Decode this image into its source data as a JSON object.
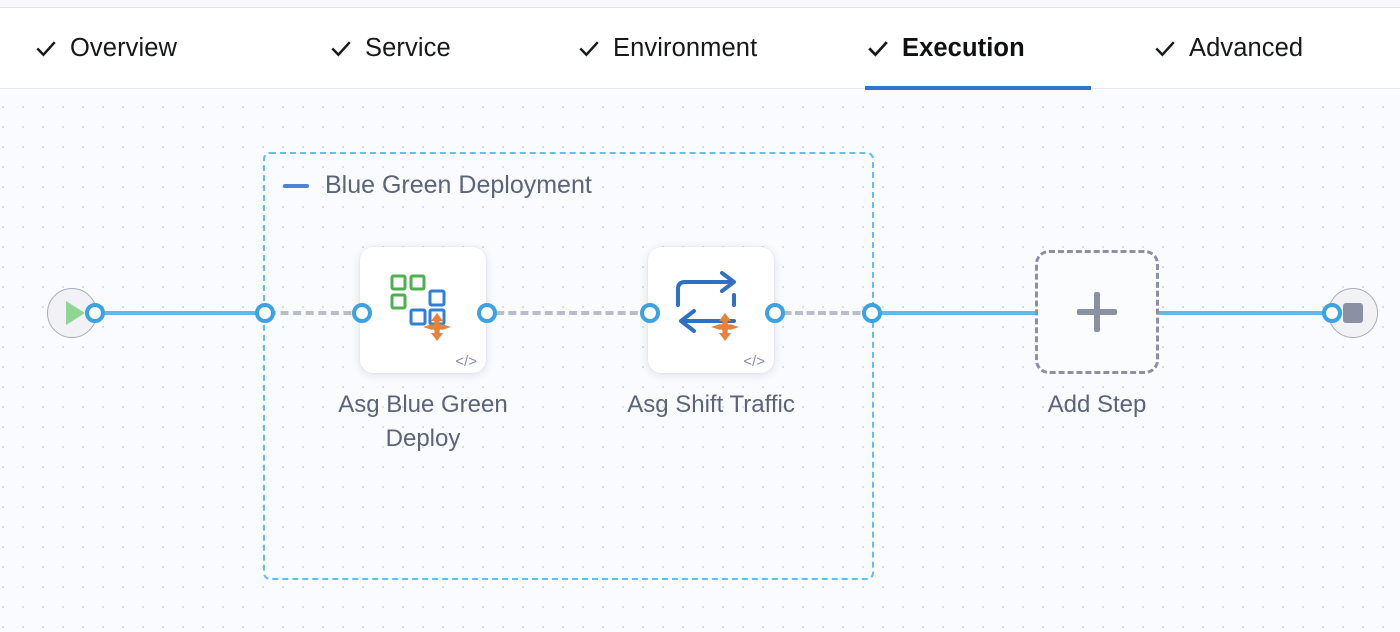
{
  "tabs": [
    {
      "label": "Overview",
      "icon": "check-icon",
      "completed": true,
      "active": false
    },
    {
      "label": "Service",
      "icon": "check-icon",
      "completed": true,
      "active": false
    },
    {
      "label": "Environment",
      "icon": "check-icon",
      "completed": true,
      "active": false
    },
    {
      "label": "Execution",
      "icon": "check-icon",
      "completed": true,
      "active": true
    },
    {
      "label": "Advanced",
      "icon": "check-icon",
      "completed": true,
      "active": false
    }
  ],
  "pipeline": {
    "group": {
      "title": "Blue Green Deployment",
      "collapse_icon": "minus-icon"
    },
    "start_node": {
      "icon": "play-icon",
      "name": "pipeline-start"
    },
    "end_node": {
      "icon": "stop-icon",
      "name": "pipeline-end"
    },
    "steps": [
      {
        "label": "Asg Blue Green Deploy",
        "icon": "asg-blue-green-deploy-icon",
        "badge_icon": "move-arrows-icon",
        "code_glyph": "</>"
      },
      {
        "label": "Asg Shift Traffic",
        "icon": "asg-shift-traffic-icon",
        "badge_icon": "move-arrows-icon",
        "code_glyph": "</>"
      }
    ],
    "add_step": {
      "label": "Add Step",
      "icon": "plus-icon"
    }
  },
  "colors": {
    "accent_blue": "#3174cd",
    "connector_blue": "#62b9e9",
    "group_border": "#5fc2ee",
    "dashed_gray": "#b8bdc9",
    "text_gray": "#5b6479",
    "canvas_bg": "#f9fbfe",
    "icon_green": "#4caf50",
    "icon_blue": "#2f7fd8",
    "icon_orange": "#e8813a",
    "play_green": "#8ed694",
    "stop_gray": "#8c90a3"
  }
}
